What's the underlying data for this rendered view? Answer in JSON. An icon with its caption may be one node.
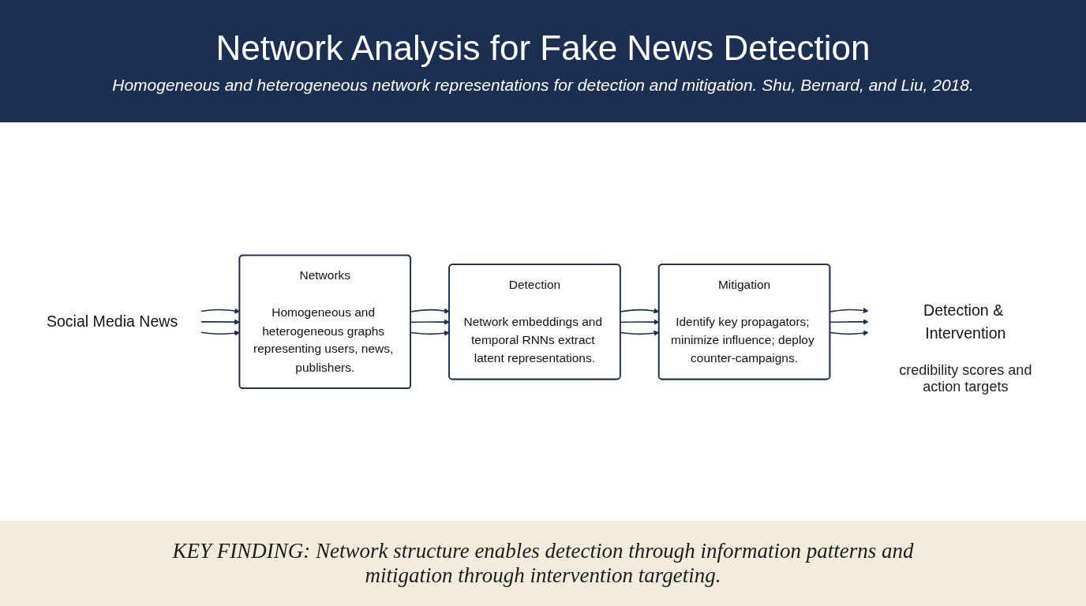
{
  "diagram": {
    "title": "Network Analysis for Fake News Detection",
    "nodes": [
      {
        "text": [
          "Social Media News"
        ]
      },
      {
        "text": [
          "Networks",
          "Homogeneous and heterogeneous graphs representing users, news, publishers."
        ]
      },
      {
        "text": [
          "Detection",
          "Network embeddings and temporal RNNs extract latent representations."
        ]
      },
      {
        "text": [
          "Mitigation",
          "Identify key propagators; minimize influence; deploy counter-campaigns."
        ]
      },
      {
        "text": [
          "Detection & Intervention"
        ],
        "beside": [
          "credibility scores and action targets"
        ]
      }
    ],
    "edges": [
      {
        "from": 0,
        "to": 1,
        "arrow": "to"
      },
      {
        "from": 0,
        "to": 1,
        "arrow": "to"
      },
      {
        "from": 0,
        "to": 1,
        "arrow": "to"
      },
      {
        "from": 1,
        "to": 2,
        "arrow": "to"
      },
      {
        "from": 1,
        "to": 2,
        "arrow": "to"
      },
      {
        "from": 1,
        "to": 2,
        "arrow": "to"
      },
      {
        "from": 2,
        "to": 3,
        "arrow": "to"
      },
      {
        "from": 2,
        "to": 3,
        "arrow": "to"
      },
      {
        "from": 2,
        "to": 3,
        "arrow": "to"
      },
      {
        "from": 3,
        "to": 4,
        "arrow": "to"
      },
      {
        "from": 3,
        "to": 4,
        "arrow": "to"
      },
      {
        "from": 3,
        "to": 4,
        "arrow": "to"
      }
    ],
    "labels": [
      "Homogeneous and heterogeneous network representations for detection and mitigation. Shu, Bernard, and Liu, 2018."
    ],
    "caption": "KEY FINDING: Network structure enables detection through information patterns and mitigation through intervention targeting."
  }
}
